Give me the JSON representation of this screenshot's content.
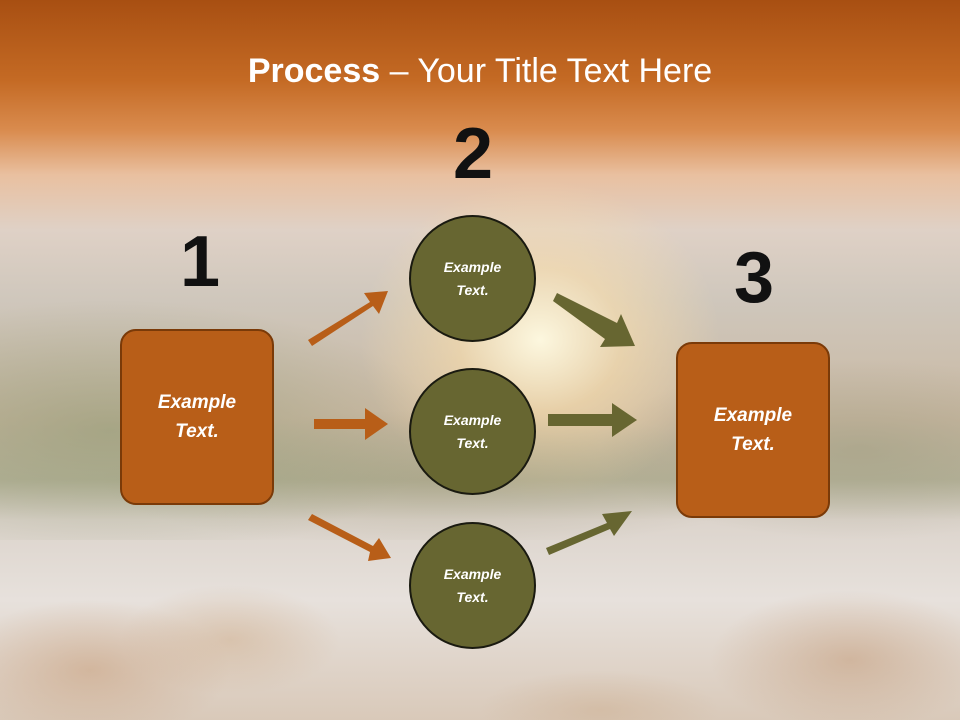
{
  "slide": {
    "title_bold": "Process",
    "title_rest": " – Your Title Text Here"
  },
  "steps": {
    "one": {
      "number": "1",
      "label": "Example\nText."
    },
    "two": {
      "number": "2"
    },
    "three": {
      "number": "3",
      "label": "Example\nText."
    }
  },
  "circles": [
    {
      "label": "Example\nText."
    },
    {
      "label": "Example\nText."
    },
    {
      "label": "Example\nText."
    }
  ],
  "colors": {
    "box_fill": "#b85e18",
    "circle_fill": "#676631",
    "orange_arrow": "#b85e18",
    "olive_arrow": "#676631"
  }
}
